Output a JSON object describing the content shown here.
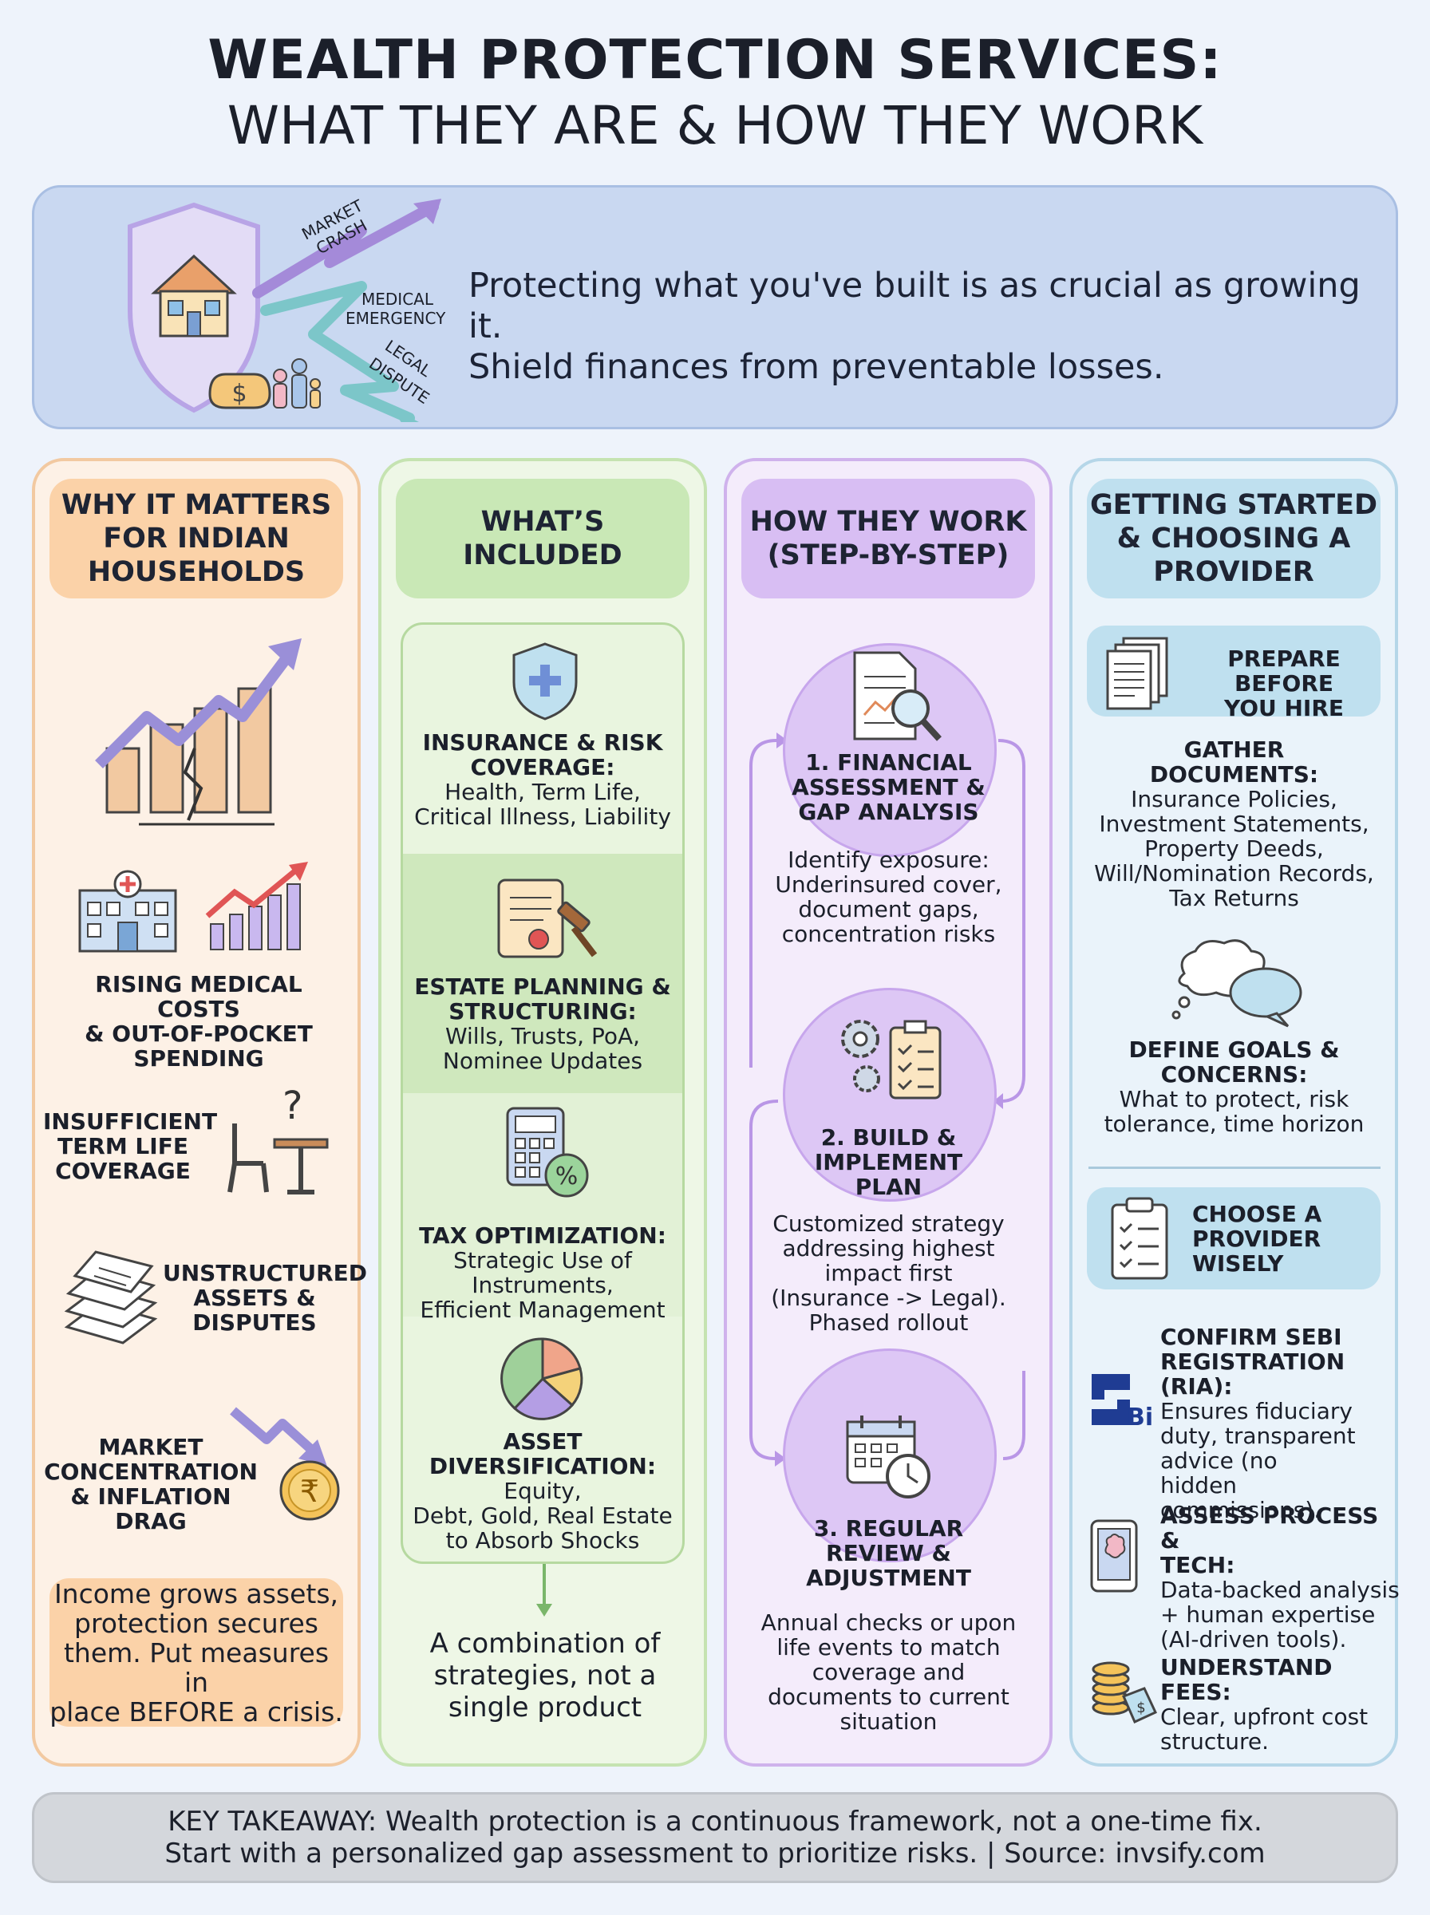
{
  "title": {
    "line1": "WEALTH PROTECTION SERVICES:",
    "line2": "WHAT THEY ARE & HOW THEY WORK"
  },
  "hero": {
    "arrow_labels": [
      "MARKET",
      "CRASH",
      "MEDICAL",
      "EMERGENCY",
      "LEGAL",
      "DISPUTE"
    ],
    "text_line1": "Protecting what you've built is as crucial as growing it.",
    "text_line2": "Shield finances from preventable losses."
  },
  "col1": {
    "header": [
      "WHY IT MATTERS",
      "FOR INDIAN",
      "HOUSEHOLDS"
    ],
    "item1": [
      "RISING MEDICAL COSTS",
      "& OUT-OF-POCKET",
      "SPENDING"
    ],
    "item2": [
      "INSUFFICIENT",
      "TERM LIFE",
      "COVERAGE"
    ],
    "item3": [
      "UNSTRUCTURED",
      "ASSETS &",
      "DISPUTES"
    ],
    "item4": [
      "MARKET",
      "CONCENTRATION",
      "& INFLATION DRAG"
    ],
    "callout": [
      "Income grows assets,",
      "protection secures",
      "them. Put measures in",
      "place BEFORE a crisis."
    ]
  },
  "col2": {
    "header": [
      "WHAT’S",
      "INCLUDED"
    ],
    "item1_title": [
      "INSURANCE & RISK",
      "COVERAGE:"
    ],
    "item1_body": [
      "Health, Term Life,",
      "Critical Illness, Liability"
    ],
    "item2_title": [
      "ESTATE PLANNING &",
      "STRUCTURING:"
    ],
    "item2_body": [
      "Wills, Trusts, PoA,",
      "Nominee Updates"
    ],
    "item3_title": [
      "TAX OPTIMIZATION:"
    ],
    "item3_body": [
      "Strategic Use of Instruments,",
      "Efficient Management"
    ],
    "item4_title": [
      "ASSET",
      "DIVERSIFICATION:"
    ],
    "item4_body": [
      "Equity,",
      "Debt, Gold, Real Estate",
      "to Absorb Shocks"
    ],
    "summary": [
      "A combination of",
      "strategies, not a",
      "single product"
    ]
  },
  "col3": {
    "header": [
      "HOW THEY WORK",
      "(STEP-BY-STEP)"
    ],
    "step1_title": [
      "1. FINANCIAL",
      "ASSESSMENT &",
      "GAP ANALYSIS"
    ],
    "step1_body": [
      "Identify exposure:",
      "Underinsured cover,",
      "document gaps,",
      "concentration risks"
    ],
    "step2_title": [
      "2. BUILD &",
      "IMPLEMENT",
      "PLAN"
    ],
    "step2_body": [
      "Customized strategy",
      "addressing highest",
      "impact first",
      "(Insurance -> Legal).",
      "Phased rollout"
    ],
    "step3_title": [
      "3. REGULAR",
      "REVIEW &",
      "ADJUSTMENT"
    ],
    "step3_body": [
      "Annual checks or upon",
      "life events to match",
      "coverage and",
      "documents to current",
      "situation"
    ]
  },
  "col4": {
    "header": [
      "GETTING STARTED",
      "& CHOOSING A",
      "PROVIDER"
    ],
    "sub1": [
      "PREPARE BEFORE",
      "YOU HIRE"
    ],
    "gather_title": [
      "GATHER",
      "DOCUMENTS:"
    ],
    "gather_body": [
      "Insurance Policies,",
      "Investment Statements,",
      "Property Deeds,",
      "Will/Nomination Records,",
      "Tax Returns"
    ],
    "goals_title": [
      "DEFINE GOALS &",
      "CONCERNS:"
    ],
    "goals_body": [
      "What to protect, risk",
      "tolerance, time horizon"
    ],
    "sub2": [
      "CHOOSE A",
      "PROVIDER",
      "WISELY"
    ],
    "sebi_logo": "SEBI",
    "sebi_title": [
      "CONFIRM SEBI",
      "REGISTRATION (RIA):"
    ],
    "sebi_body": [
      "Ensures fiduciary",
      "duty, transparent",
      "advice (no",
      "hidden commissions)."
    ],
    "tech_title": [
      "ASSESS PROCESS &",
      "TECH:"
    ],
    "tech_body": [
      "Data-backed analysis",
      "+ human expertise",
      "(AI-driven tools)."
    ],
    "fees_title": [
      "UNDERSTAND FEES:"
    ],
    "fees_body": [
      "Clear, upfront cost",
      "structure."
    ]
  },
  "footer": {
    "line1": "KEY TAKEAWAY: Wealth protection is a continuous framework, not a one-time fix.",
    "line2": "Start with a personalized gap assessment to prioritize risks. | Source: invsify.com"
  },
  "colors": {
    "col1": "#fbd2a8",
    "col2": "#c9e8b6",
    "col3": "#d8bef3",
    "col4": "#bfe0ef",
    "hero": "#c9d8f1"
  }
}
